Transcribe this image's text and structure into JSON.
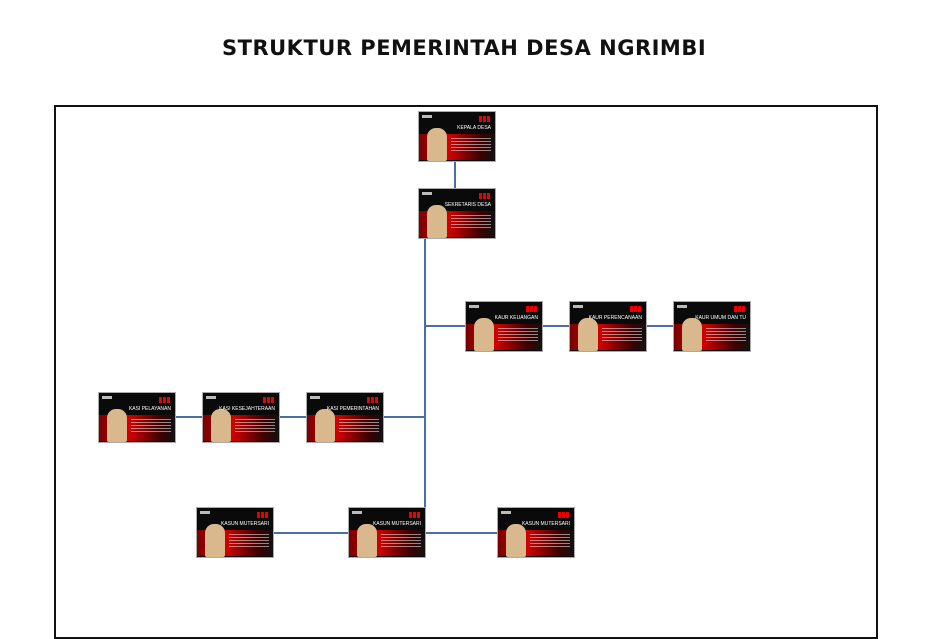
{
  "title": "STRUKTUR PEMERINTAH DESA NGRIMBI",
  "cards": {
    "kepala": "KEPALA DESA",
    "sekretaris": "SEKRETARIS DESA",
    "kaur": [
      "KAUR KEUANGAN",
      "KAUR PERENCANAAN",
      "KAUR UMUM DAN TU"
    ],
    "kasi": [
      "KASI PELAYANAN",
      "KASI KESEJAHTERAAN",
      "KASI PEMERINTAHAN"
    ],
    "kasun": [
      "KASUN MUTERSARI",
      "KASUN MUTERSARI",
      "KASUN MUTERSARI"
    ]
  },
  "colors": {
    "line": "#4a6fa5",
    "card_accent": "#d00000"
  }
}
